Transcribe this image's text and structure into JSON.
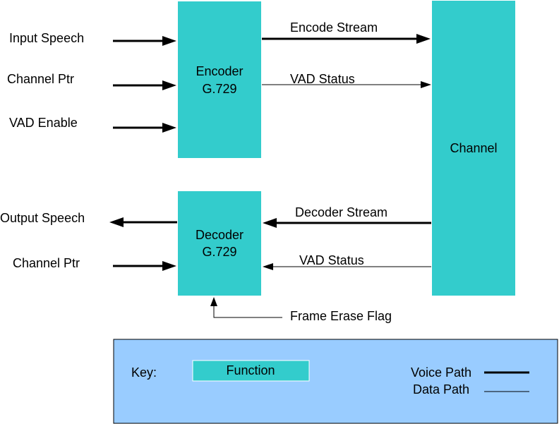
{
  "blocks": {
    "encoder": {
      "line1": "Encoder",
      "line2": "G.729"
    },
    "decoder": {
      "line1": "Decoder",
      "line2": "G.729"
    },
    "channel": {
      "label": "Channel"
    }
  },
  "encoder_inputs": {
    "input_speech": "Input Speech",
    "channel_ptr": "Channel Ptr",
    "vad_enable": "VAD Enable"
  },
  "encoder_outputs": {
    "encode_stream": "Encode Stream",
    "vad_status": "VAD Status"
  },
  "decoder_inputs": {
    "decoder_stream": "Decoder Stream",
    "vad_status": "VAD Status",
    "channel_ptr": "Channel Ptr",
    "frame_erase_flag": "Frame Erase Flag"
  },
  "decoder_outputs": {
    "output_speech": "Output Speech"
  },
  "key": {
    "title": "Key:",
    "function_label": "Function",
    "voice_path_label": "Voice Path",
    "data_path_label": "Data Path"
  },
  "colors": {
    "block_fill": "#33CCCC",
    "key_fill": "#99CCFF",
    "line": "#000000"
  }
}
